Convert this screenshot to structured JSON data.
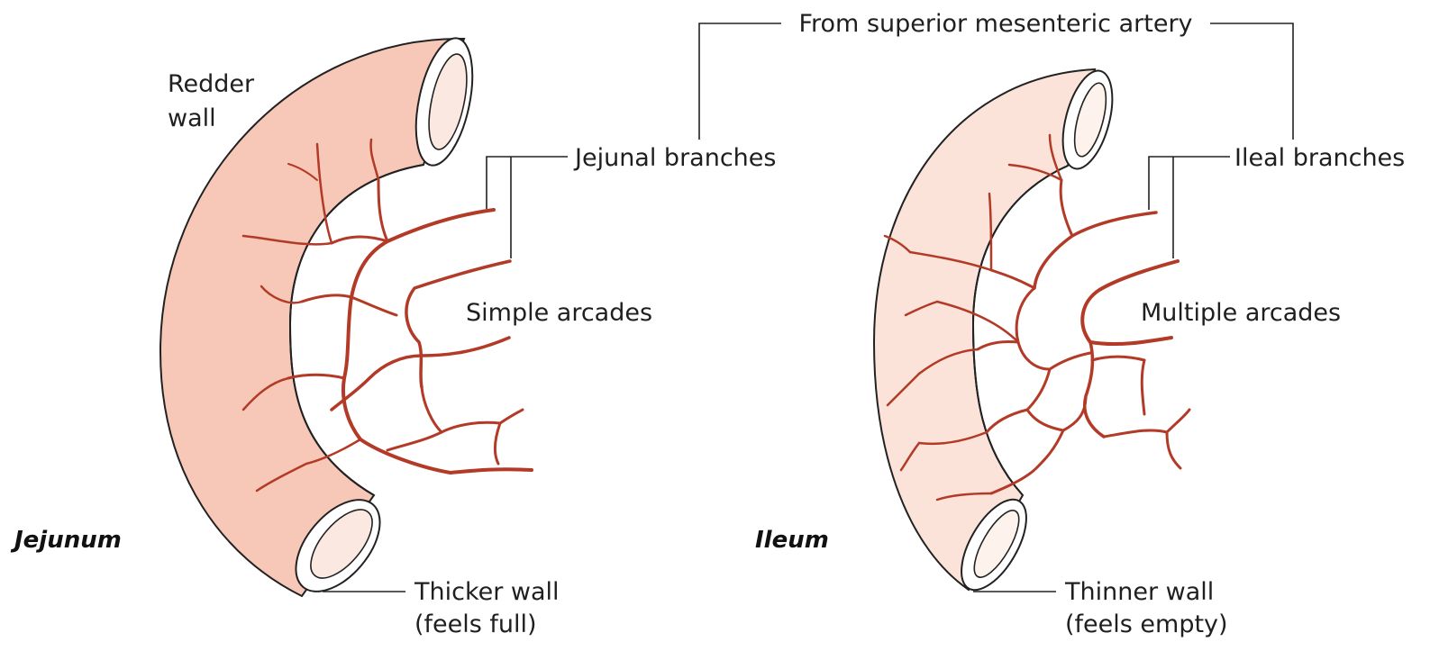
{
  "source_label": "From superior mesenteric artery",
  "jejunum": {
    "title": "Jejunum",
    "color_label": [
      "Redder",
      "wall"
    ],
    "branches_label": "Jejunal branches",
    "arcades_label": "Simple arcades",
    "wall_label": [
      "Thicker wall",
      "(feels full)"
    ],
    "wall_color": "#f7c8b7"
  },
  "ileum": {
    "title": "Ileum",
    "branches_label": "Ileal branches",
    "arcades_label": "Multiple arcades",
    "wall_label": [
      "Thinner wall",
      "(feels empty)"
    ],
    "wall_color": "#fbe3d9"
  },
  "vessel_color": "#e06a55"
}
